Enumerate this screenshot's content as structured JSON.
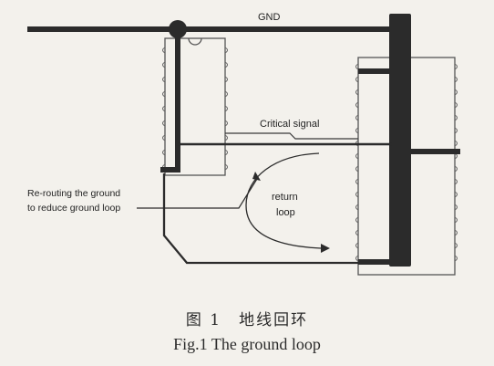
{
  "labels": {
    "gnd": "GND",
    "critical_signal": "Critical signal",
    "rerouting_line1": "Re-routing the ground",
    "rerouting_line2": "to reduce ground loop",
    "return_line1": "return",
    "return_line2": "loop"
  },
  "caption": {
    "chinese": "图 1　地线回环",
    "english": "Fig.1  The ground loop"
  },
  "colors": {
    "trace": "#2b2b2b",
    "ic_outline": "#555555",
    "background": "#f3f1ec"
  }
}
